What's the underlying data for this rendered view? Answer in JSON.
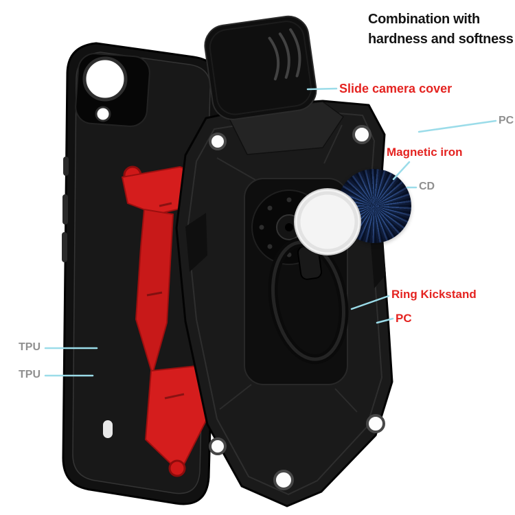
{
  "title": {
    "line1": "Combination with",
    "line2": "hardness and softness"
  },
  "labels": {
    "slide_camera_cover": "Slide camera cover",
    "pc_top": "PC",
    "magnetic_iron": "Magnetic iron",
    "cd": "CD",
    "ring_kickstand": "Ring Kickstand",
    "pc_side": "PC",
    "tpu_upper": "TPU",
    "tpu_lower": "TPU"
  },
  "parts": {
    "slide_cover": "slide camera cover piece",
    "tpu_case": "black TPU inner case with red card frame",
    "armor_plate": "black PC armor backplate with ring kickstand",
    "magnetic_disc": "blue magnetic iron disc",
    "white_disc": "white adapter disc"
  },
  "colors": {
    "accent_red": "#e42320",
    "label_gray": "#8f8f8f",
    "leader_line": "#9bdce9",
    "case_black": "#111111",
    "disc_blue": "#35589a",
    "background": "#ffffff"
  }
}
